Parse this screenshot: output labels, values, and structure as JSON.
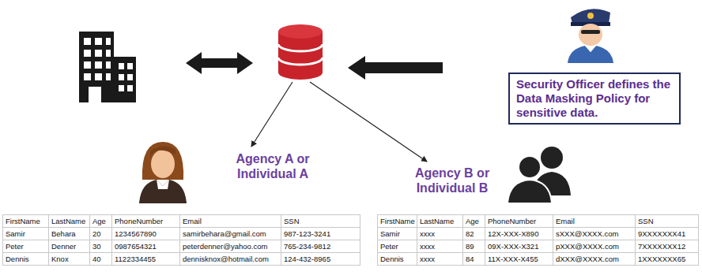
{
  "diagram": {
    "nodes": [
      {
        "text": [
          "Security Officer defines the Data Masking Policy for sensitive data."
        ]
      }
    ],
    "labels": [
      "Agency A or Individual A",
      "Agency B or Individual B",
      "FirstName",
      "LastName",
      "Age",
      "PhoneNumber",
      "Email",
      "SSN",
      "Samir",
      "Behara",
      "20",
      "1234567890",
      "samirbehara@gmail.com",
      "987-123-3241",
      "Peter",
      "Denner",
      "30",
      "0987654321",
      "peterdenner@yahoo.com",
      "765-234-9812",
      "Dennis",
      "Knox",
      "40",
      "1122334455",
      "dennisknox@hotmail.com",
      "124-432-8965",
      "FirstName",
      "LastName",
      "Age",
      "PhoneNumber",
      "Email",
      "SSN",
      "Samir",
      "xxxx",
      "82",
      "12X-XXX-X890",
      "sXXX@XXXX.com",
      "9XXXXXXX41",
      "Peter",
      "xxxx",
      "89",
      "09X-XXX-X321",
      "pXXX@XXXX.com",
      "7XXXXXXX12",
      "Dennis",
      "xxxx",
      "84",
      "11X-XXX-X455",
      "dXXX@XXXX.com",
      "1XXXXXXX65"
    ]
  }
}
